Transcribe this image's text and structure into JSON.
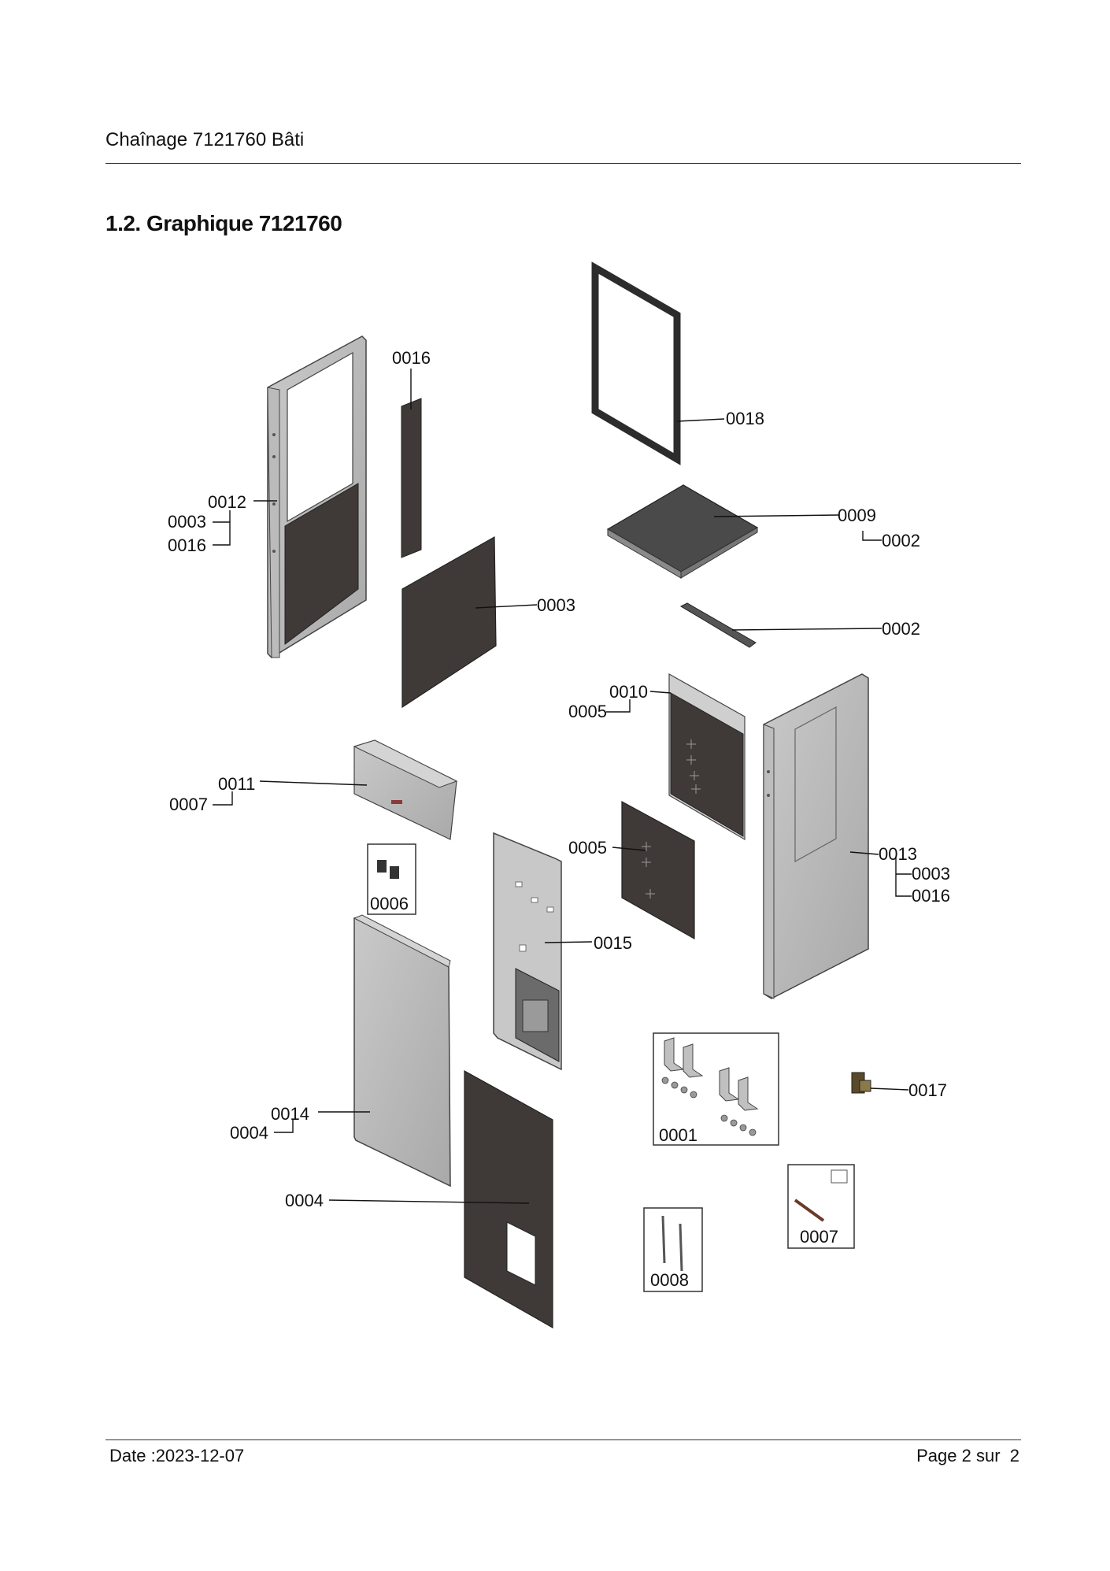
{
  "header": {
    "title": "Chaînage 7121760 Bâti"
  },
  "section": {
    "title": "1.2. Graphique 7121760"
  },
  "callouts": {
    "c0016_top": "0016",
    "c0018": "0018",
    "c0012": "0012",
    "c0003_a": "0003",
    "c0016_a": "0016",
    "c0009": "0009",
    "c0002_a": "0002",
    "c0003_b": "0003",
    "c0002_b": "0002",
    "c0010": "0010",
    "c0005_a": "0005",
    "c0011": "0011",
    "c0007_a": "0007",
    "c0005_b": "0005",
    "c0013": "0013",
    "c0003_c": "0003",
    "c0016_b": "0016",
    "c0006": "0006",
    "c0015": "0015",
    "c0001": "0001",
    "c0017": "0017",
    "c0014": "0014",
    "c0004_a": "0004",
    "c0004_b": "0004",
    "c0007_b": "0007",
    "c0008": "0008"
  },
  "footer": {
    "date": "Date :2023-12-07",
    "page": "Page 2 sur  2"
  }
}
